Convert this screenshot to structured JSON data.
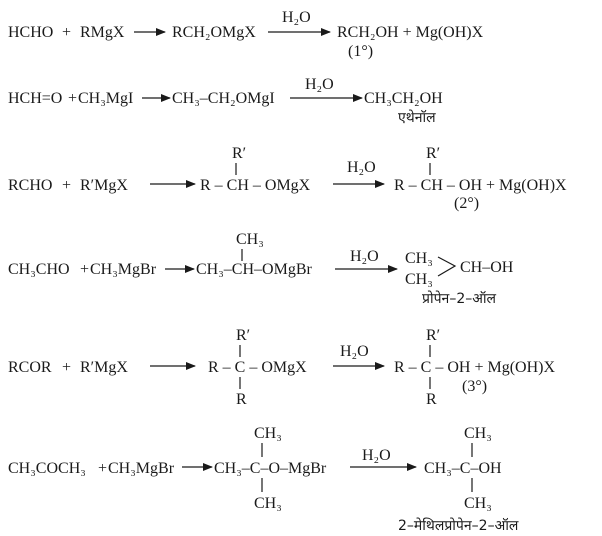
{
  "reactions": [
    {
      "reactant1": "HCHO",
      "plus1": "+",
      "reactant2": "RMgX",
      "intermediate": "RCH₂OMgX",
      "reagent": "H₂O",
      "product": "RCH₂OH + Mg(OH)X",
      "class": "(1°)"
    },
    {
      "reactant1": "HCH=O",
      "plus1": "+",
      "reactant2": "CH₃MgI",
      "intermediate": "CH₃–CH₂OMgI",
      "reagent": "H₂O",
      "product": "CH₃CH₂OH",
      "name": "एथेनॉल"
    },
    {
      "reactant1": "RCHO",
      "plus1": "+",
      "reactant2": "R′MgX",
      "int_sub_top": "R′",
      "int_chain": "R – CH – OMgX",
      "reagent": "H₂O",
      "prod_sub_top": "R′",
      "prod_chain": "R – CH – OH + Mg(OH)X",
      "class": "(2°)"
    },
    {
      "reactant1": "CH₃CHO",
      "plus1": "+",
      "reactant2": "CH₃MgBr",
      "int_sub_top": "CH₃",
      "int_chain": "CH₃–CH–OMgBr",
      "reagent": "H₂O",
      "prod_top": "CH₃",
      "prod_bottom": "CH₃",
      "prod_right": "CH–OH",
      "name": "प्रोपेन–2–ऑल"
    },
    {
      "reactant1": "RCOR",
      "plus1": "+",
      "reactant2": "R′MgX",
      "int_sub_top": "R′",
      "int_chain": "R – C – OMgX",
      "int_sub_bottom": "R",
      "reagent": "H₂O",
      "prod_sub_top": "R′",
      "prod_chain": "R – C – OH + Mg(OH)X",
      "prod_sub_bottom": "R",
      "class": "(3°)"
    },
    {
      "reactant1": "CH₃COCH₃",
      "plus1": "+",
      "reactant2": "CH₃MgBr",
      "int_sub_top": "CH₃",
      "int_chain": "CH₃–C–O–MgBr",
      "int_sub_bottom": "CH₃",
      "reagent": "H₂O",
      "prod_sub_top": "CH₃",
      "prod_chain": "CH₃–C–OH",
      "prod_sub_bottom": "CH₃",
      "name": "2–मेथिलप्रोपेन–2–ऑल"
    }
  ]
}
